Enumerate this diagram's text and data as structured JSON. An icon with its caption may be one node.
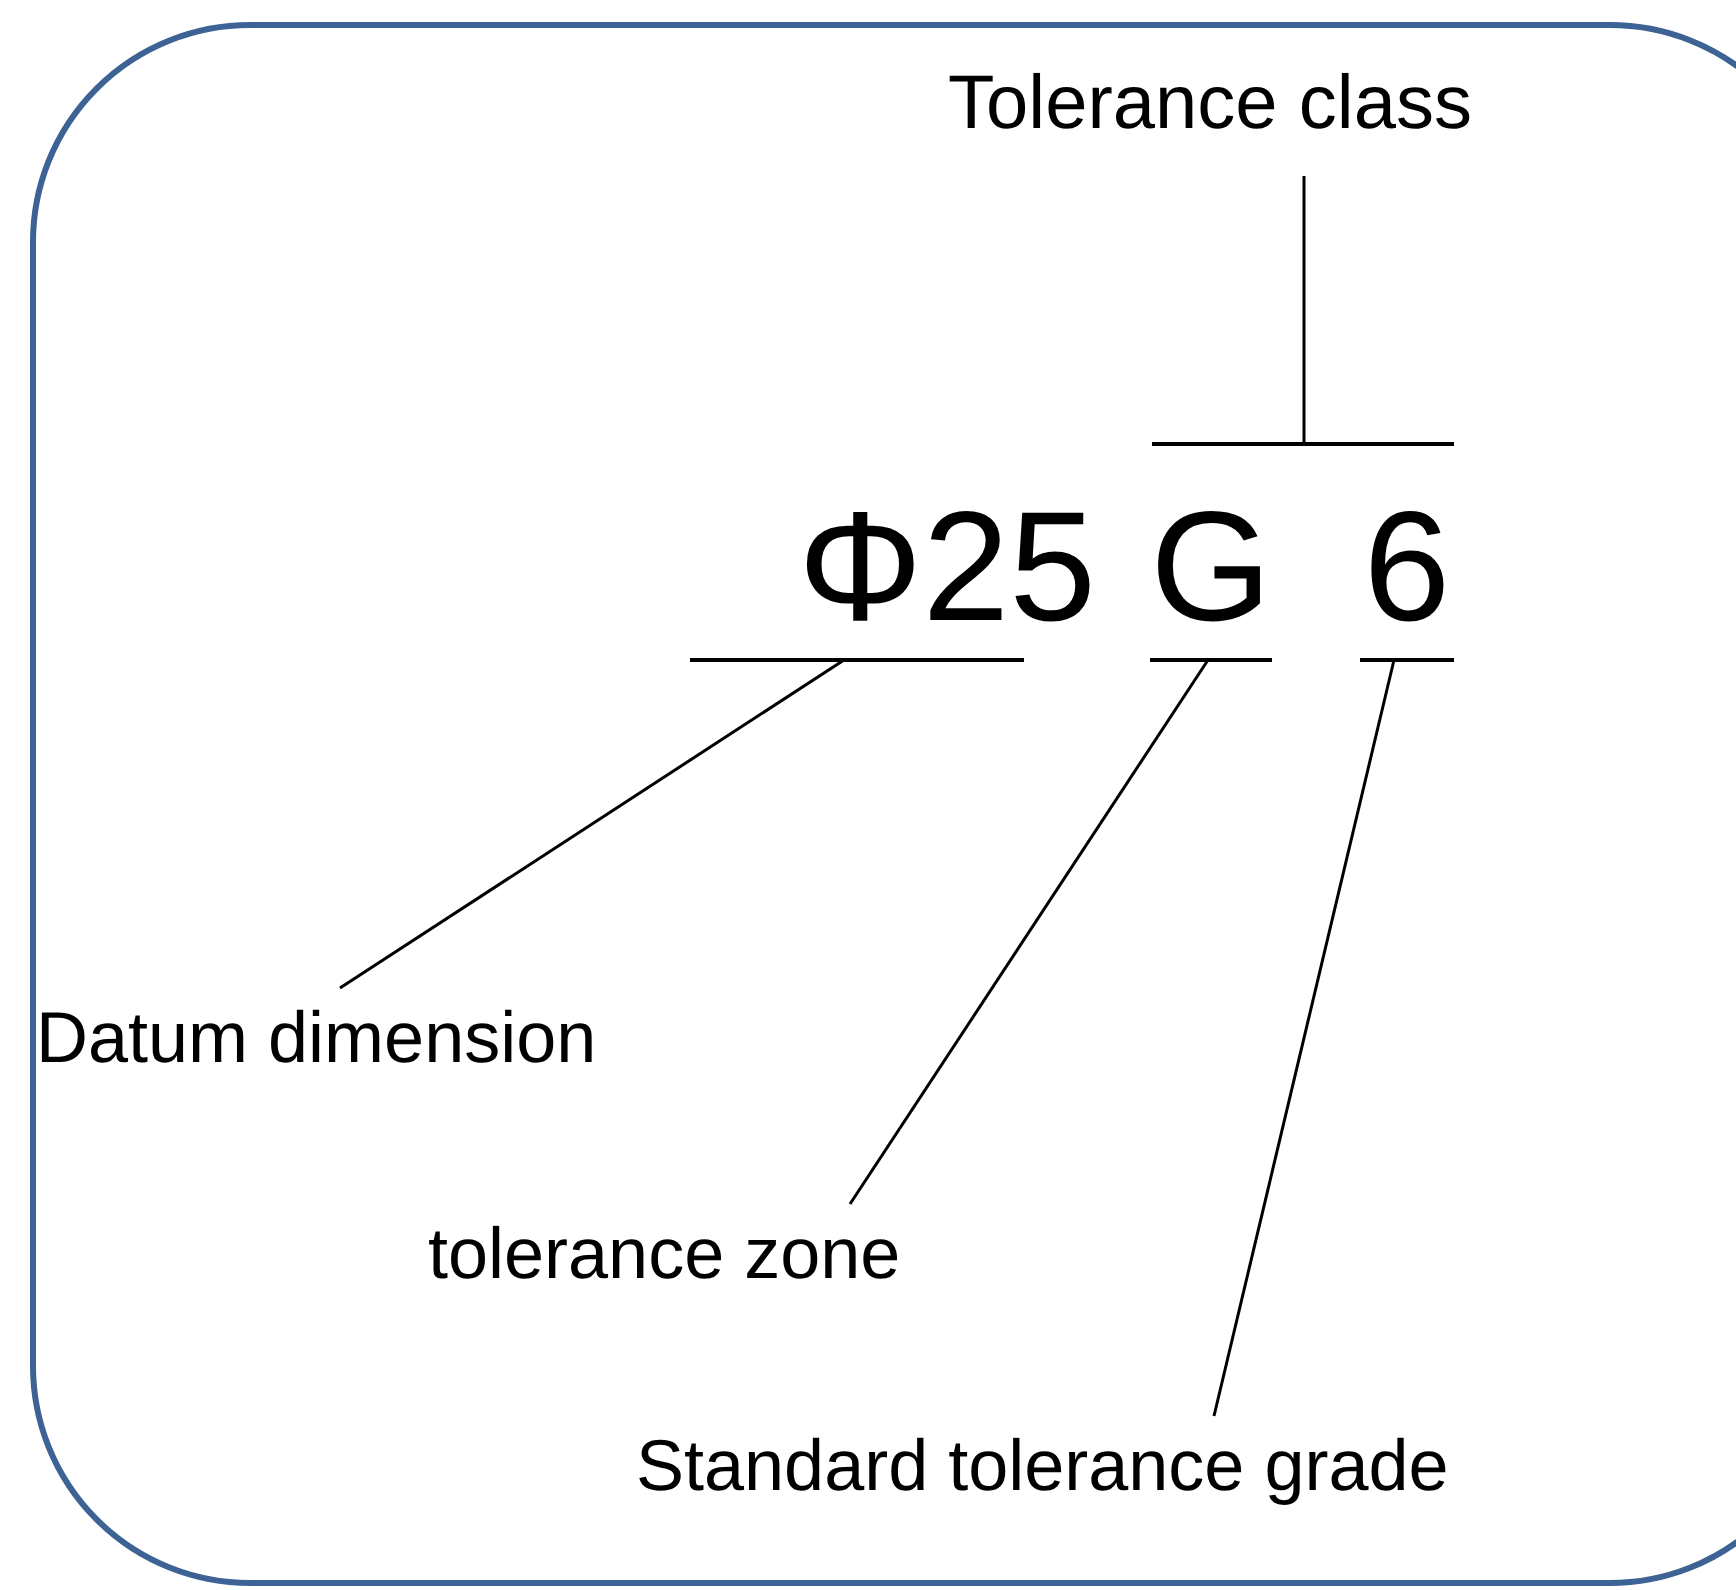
{
  "diagram": {
    "nodes": [
      {
        "text": [
          "Tolerance class"
        ]
      },
      {
        "text": [],
        "shape": "bar"
      },
      {
        "text": [
          "Φ25"
        ]
      },
      {
        "text": [
          "G"
        ]
      },
      {
        "text": [
          "6"
        ]
      },
      {
        "text": [
          "Datum dimension"
        ]
      },
      {
        "text": [
          "tolerance zone"
        ]
      },
      {
        "text": [
          "Standard tolerance grade"
        ]
      }
    ],
    "edges": [
      {
        "from": 0,
        "to": 1,
        "arrow": "none"
      },
      {
        "from": 5,
        "to": 2,
        "arrow": "none"
      },
      {
        "from": 6,
        "to": 3,
        "arrow": "none"
      },
      {
        "from": 7,
        "to": 4,
        "arrow": "none"
      }
    ]
  }
}
